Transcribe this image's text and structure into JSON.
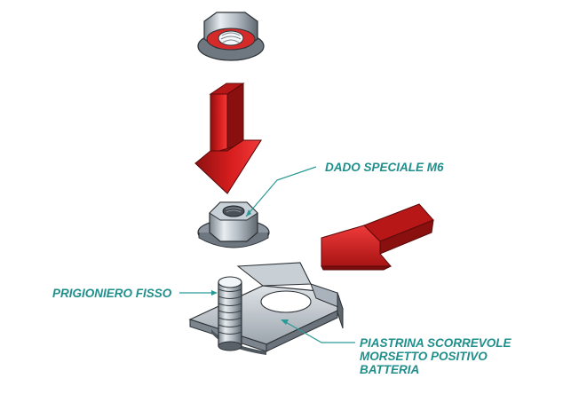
{
  "colors": {
    "callout_text": "#1f8f8c",
    "leader_line": "#2a9a96",
    "arrow_red": "#d81e1e",
    "arrow_dark": "#8e1010",
    "metal_light": "#dfe5ea",
    "metal_mid": "#a9b2ba",
    "metal_dark": "#5c646c",
    "nut_face_red": "#d42a2a"
  },
  "labels": {
    "nut": "DADO SPECIALE M6",
    "stud": "PRIGIONIERO FISSO",
    "plate_line1": "PIASTRINA SCORREVOLE",
    "plate_line2": "MORSETTO POSITIVO",
    "plate_line3": "BATTERIA"
  },
  "icons": {
    "top_nut": "flange-nut-icon",
    "arrow_down": "red-arrow-down-icon",
    "lower_nut": "flange-nut-icon",
    "arrow_left": "red-arrow-left-icon",
    "stud": "threaded-stud-icon",
    "plate": "sliding-plate-icon"
  }
}
